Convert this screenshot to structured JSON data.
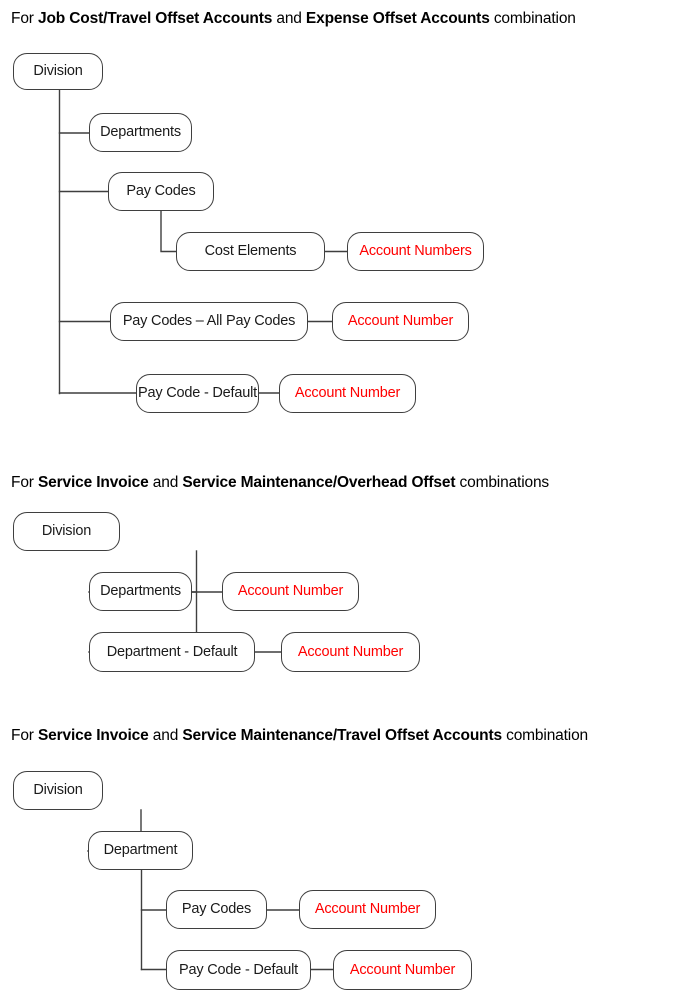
{
  "document": {
    "title": "Offset Account Hierarchy Diagrams",
    "background_color": "#ffffff",
    "node_text_color": "#1a1a1a",
    "accent_color": "#ff0000",
    "border_color": "#3f3f3f"
  },
  "sections": [
    {
      "id": "section-1",
      "heading": {
        "prefix": "For ",
        "term_1": "Job Cost/Travel Offset Accounts",
        "conjunction": " and ",
        "term_2": "Expense Offset Accounts",
        "suffix": " combination"
      },
      "nodes": [
        {
          "id": "s1-division",
          "label": "Division",
          "accent": false
        },
        {
          "id": "s1-departments",
          "label": "Departments",
          "accent": false
        },
        {
          "id": "s1-pay-codes",
          "label": "Pay Codes",
          "accent": false
        },
        {
          "id": "s1-cost-elements",
          "label": "Cost Elements",
          "accent": false
        },
        {
          "id": "s1-account-numbers",
          "label": "Account Numbers",
          "accent": true
        },
        {
          "id": "s1-pay-codes-all",
          "label": "Pay Codes – All Pay Codes",
          "accent": false
        },
        {
          "id": "s1-account-number-1",
          "label": "Account Number",
          "accent": true
        },
        {
          "id": "s1-pay-code-default",
          "label": "Pay Code - Default",
          "accent": false
        },
        {
          "id": "s1-account-number-2",
          "label": "Account Number",
          "accent": true
        }
      ]
    },
    {
      "id": "section-2",
      "heading": {
        "prefix": "For ",
        "term_1": "Service Invoice",
        "conjunction": " and ",
        "term_2": "Service Maintenance/Overhead Offset",
        "suffix": " combinations"
      },
      "nodes": [
        {
          "id": "s2-division",
          "label": "Division",
          "accent": false
        },
        {
          "id": "s2-departments",
          "label": "Departments",
          "accent": false
        },
        {
          "id": "s2-account-number-1",
          "label": "Account Number",
          "accent": true
        },
        {
          "id": "s2-department-default",
          "label": "Department - Default",
          "accent": false
        },
        {
          "id": "s2-account-number-2",
          "label": "Account Number",
          "accent": true
        }
      ]
    },
    {
      "id": "section-3",
      "heading": {
        "prefix": "For ",
        "term_1": "Service Invoice",
        "conjunction": " and ",
        "term_2": "Service Maintenance/Travel Offset Accounts",
        "suffix": " combination"
      },
      "nodes": [
        {
          "id": "s3-division",
          "label": "Division",
          "accent": false
        },
        {
          "id": "s3-department",
          "label": "Department",
          "accent": false
        },
        {
          "id": "s3-pay-codes",
          "label": "Pay Codes",
          "accent": false
        },
        {
          "id": "s3-account-number-1",
          "label": "Account Number",
          "accent": true
        },
        {
          "id": "s3-pay-code-default",
          "label": "Pay Code - Default",
          "accent": false
        },
        {
          "id": "s3-account-number-2",
          "label": "Account Number",
          "accent": true
        }
      ]
    }
  ]
}
